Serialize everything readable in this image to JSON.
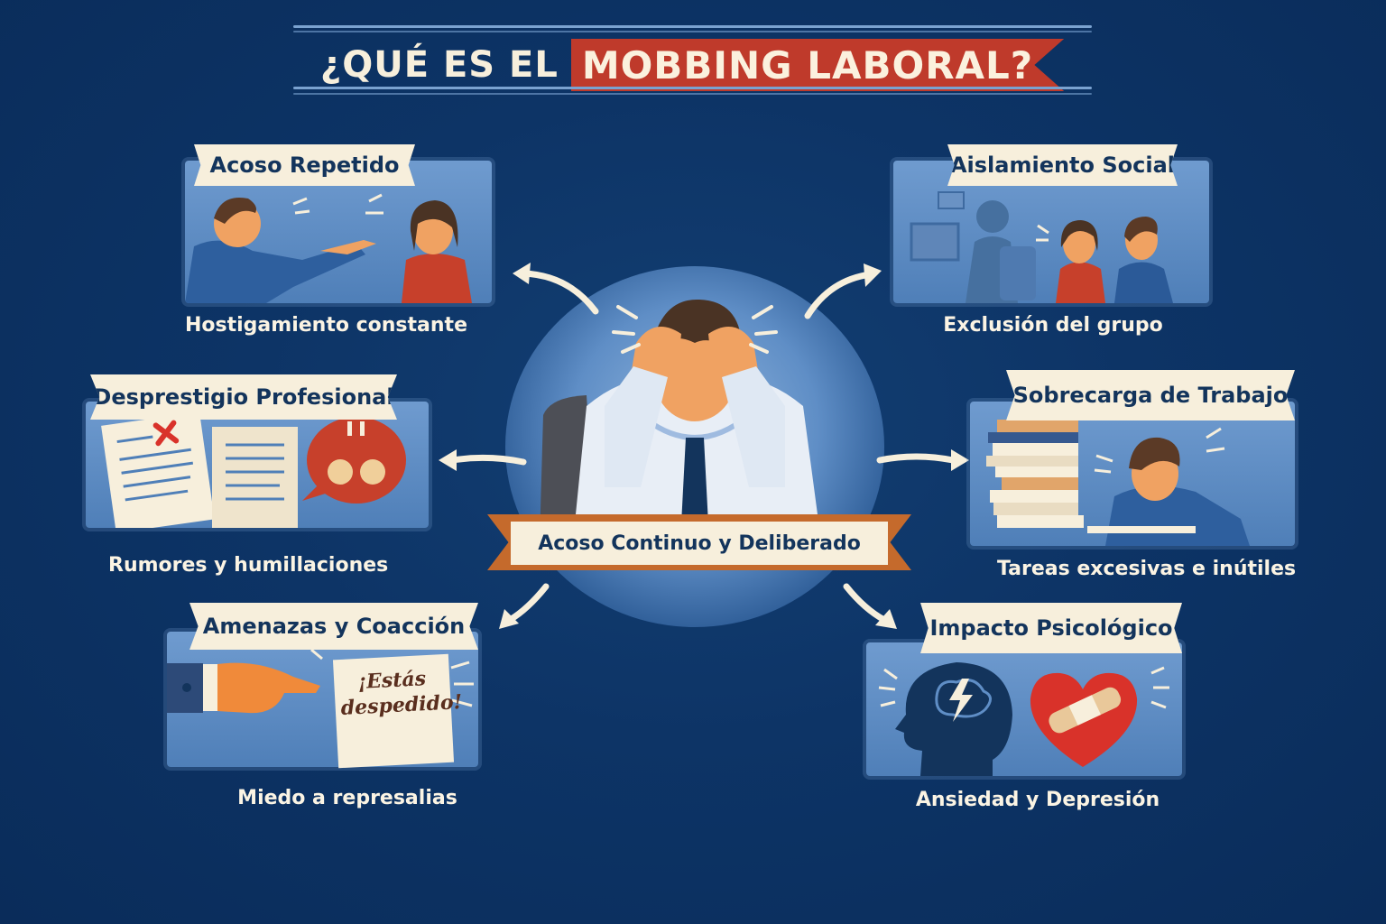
{
  "title": {
    "prefix": "¿Qué es el",
    "highlight": "Mobbing Laboral?"
  },
  "center": {
    "label": "Acoso Continuo y Deliberado",
    "illustration": "stressed-office-worker"
  },
  "panels": [
    {
      "id": "acoso-repetido",
      "title": "Acoso Repetido",
      "caption": "Hostigamiento constante",
      "illustration": "man-pointing-at-woman"
    },
    {
      "id": "aislamiento-social",
      "title": "Aislamiento Social",
      "caption": "Exclusión del grupo",
      "illustration": "excluded-coworker"
    },
    {
      "id": "desprestigio-profesional",
      "title": "Desprestigio Profesional",
      "caption": "Rumores y humillaciones",
      "illustration": "rejected-documents-and-gossip-bubble"
    },
    {
      "id": "sobrecarga-trabajo",
      "title": "Sobrecarga de Trabajo",
      "caption": "Tareas excesivas e inútiles",
      "illustration": "worker-with-stacks-of-files"
    },
    {
      "id": "amenazas-coaccion",
      "title": "Amenazas y Coacción",
      "caption": "Miedo a represalias",
      "illustration": "pointing-hand-with-note",
      "note": "¡Estás despedido!"
    },
    {
      "id": "impacto-psicologico",
      "title": "Impacto Psicológico",
      "caption": "Ansiedad y Depresión",
      "illustration": "head-with-lightning-and-bandaged-heart"
    }
  ],
  "colors": {
    "background": "#0d3466",
    "title_ribbon": "#bf3a2b",
    "banner": "#f7efdc",
    "banner_text": "#13345c",
    "center_ribbon": "#c56a2c",
    "scene": "#5b8ac2"
  }
}
